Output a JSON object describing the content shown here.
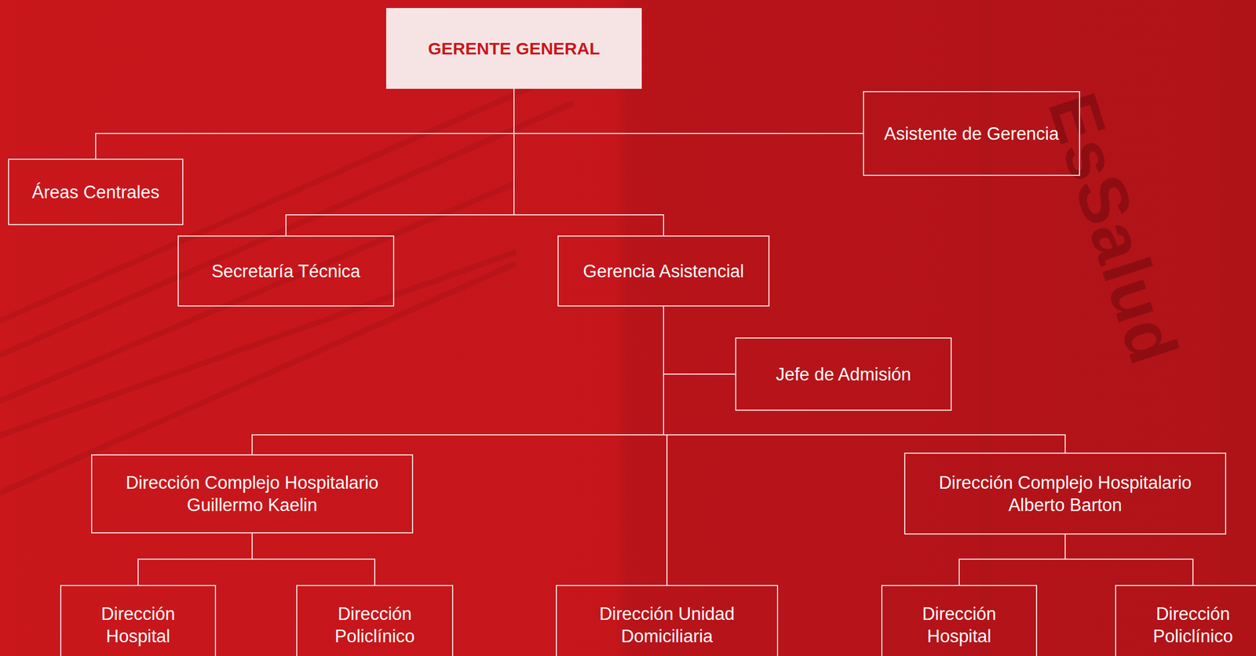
{
  "diagram": {
    "nodes": [
      {
        "text": [
          "GERENTE GENERAL"
        ]
      },
      {
        "text": [
          "Asistente de Gerencia"
        ]
      },
      {
        "text": [
          "Áreas Centrales"
        ]
      },
      {
        "text": [
          "Secretaría Técnica"
        ]
      },
      {
        "text": [
          "Gerencia Asistencial"
        ]
      },
      {
        "text": [
          "Jefe de Admisión"
        ]
      },
      {
        "text": [
          "Dirección Complejo Hospitalario Guillermo Kaelin"
        ]
      },
      {
        "text": [
          "Dirección Complejo Hospitalario Alberto Barton"
        ]
      },
      {
        "text": [
          "Dirección Hospital"
        ]
      },
      {
        "text": [
          "Dirección Policlínico"
        ]
      },
      {
        "text": [
          "Dirección Unidad Domiciliaria"
        ]
      },
      {
        "text": [
          "Dirección Hospital"
        ]
      },
      {
        "text": [
          "Dirección Policlínico"
        ]
      }
    ],
    "edges": [
      {
        "from": 0,
        "to": 1,
        "arrow": "none"
      },
      {
        "from": 0,
        "to": 2,
        "arrow": "none"
      },
      {
        "from": 0,
        "to": 3,
        "arrow": "none"
      },
      {
        "from": 0,
        "to": 4,
        "arrow": "none"
      },
      {
        "from": 4,
        "to": 5,
        "arrow": "none"
      },
      {
        "from": 4,
        "to": 6,
        "arrow": "none"
      },
      {
        "from": 4,
        "to": 7,
        "arrow": "none"
      },
      {
        "from": 4,
        "to": 10,
        "arrow": "none"
      },
      {
        "from": 6,
        "to": 8,
        "arrow": "none"
      },
      {
        "from": 6,
        "to": 9,
        "arrow": "none"
      },
      {
        "from": 7,
        "to": 11,
        "arrow": "none"
      },
      {
        "from": 7,
        "to": 12,
        "arrow": "none"
      }
    ],
    "labels": [
      "EsSalud"
    ]
  }
}
